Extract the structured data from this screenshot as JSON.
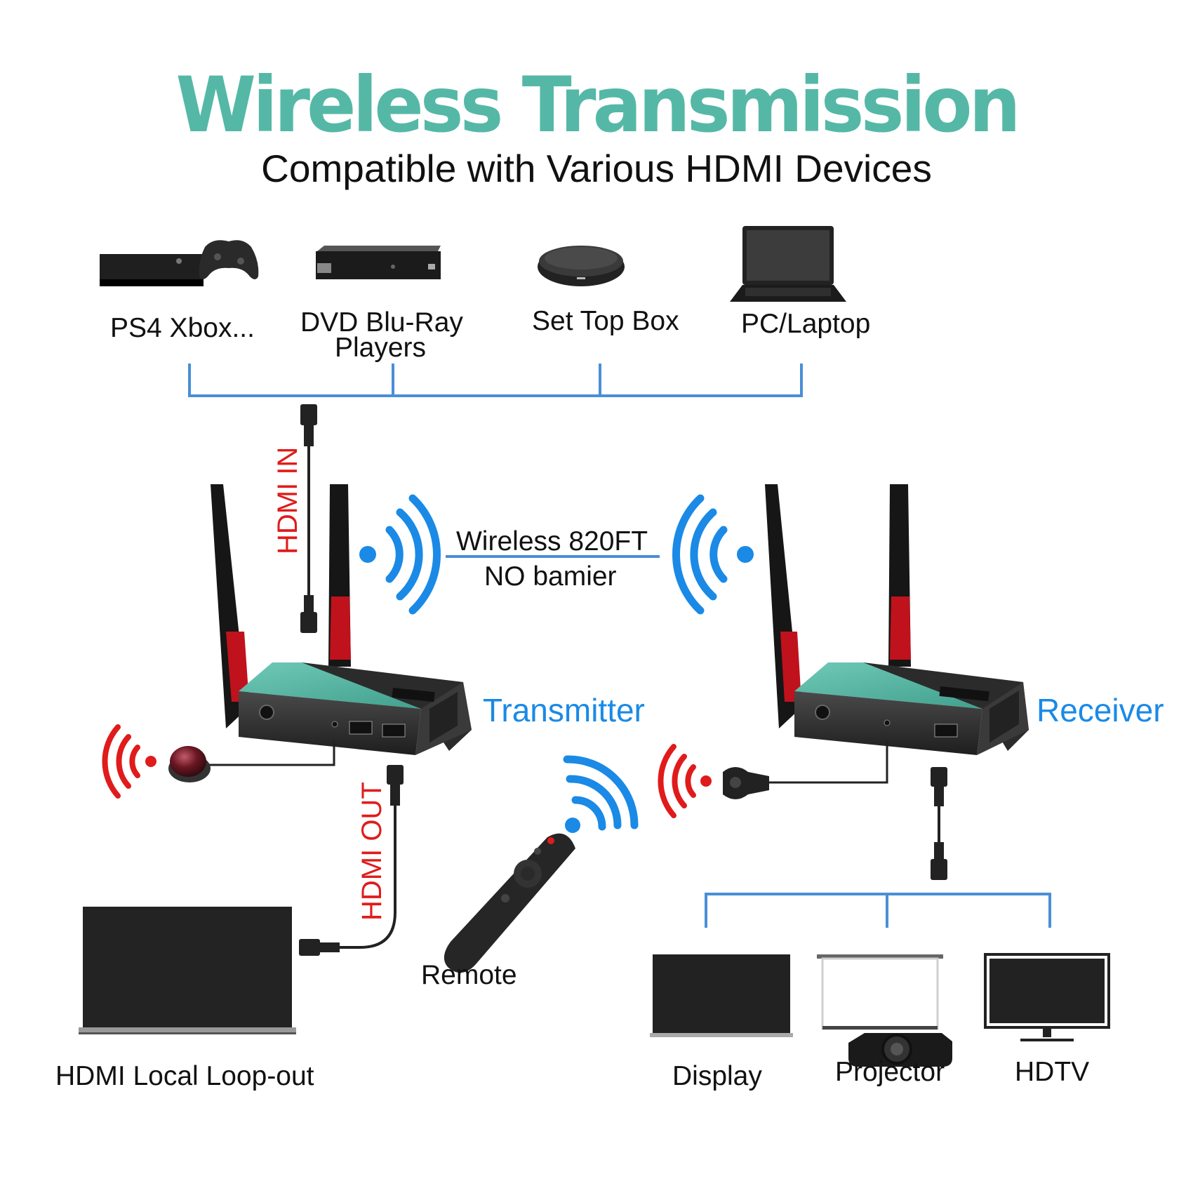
{
  "header": {
    "title": "Wireless Transmission",
    "subtitle": "Compatible with Various HDMI Devices"
  },
  "sources": [
    {
      "label": "PS4 Xbox...",
      "icon": "game-console-icon"
    },
    {
      "label": "DVD Blu-Ray Players",
      "line1": "DVD Blu-Ray",
      "line2": "Players",
      "icon": "dvd-player-icon"
    },
    {
      "label": "Set Top Box",
      "icon": "set-top-box-icon"
    },
    {
      "label": "PC/Laptop",
      "icon": "laptop-icon"
    }
  ],
  "link": {
    "line1": "Wireless 820FT",
    "line2": "NO bamier"
  },
  "units": {
    "transmitter": "Transmitter",
    "receiver": "Receiver"
  },
  "cables": {
    "hdmi_in": "HDMI IN",
    "hdmi_out": "HDMI OUT"
  },
  "remote": {
    "label": "Remote"
  },
  "loopout": {
    "label": "HDMI Local Loop-out"
  },
  "outputs": [
    {
      "label": "Display",
      "icon": "monitor-icon"
    },
    {
      "label": "Projector",
      "icon": "projector-icon"
    },
    {
      "label": "HDTV",
      "icon": "hdtv-icon"
    }
  ],
  "colors": {
    "title": "#55b8a6",
    "bracket": "#4a8fd6",
    "wifi_blue": "#1a8ae6",
    "wifi_red": "#e01b1b",
    "hdmi_label_red": "#e01b1b",
    "device_panel_teal": "#5bb8a5",
    "device_body": "#2c2c2c"
  }
}
